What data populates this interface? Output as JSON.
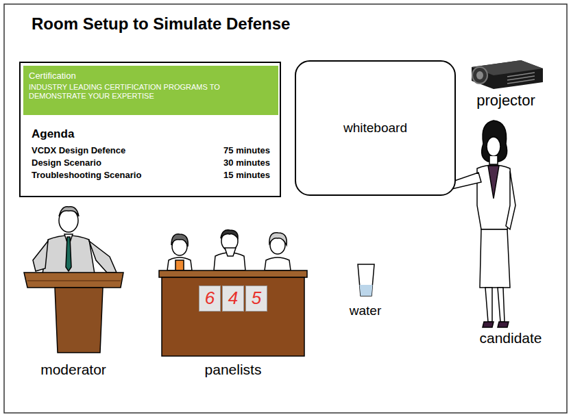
{
  "diagram": {
    "title": "Room Setup to Simulate Defense",
    "nodes": [
      {
        "text": [
          "Agenda",
          "VCDX Design Defence",
          "75 minutes",
          "Design Scenario",
          "30 minutes",
          "Troubleshooting Scenario",
          "15 minutes"
        ]
      },
      {
        "text": [
          "Certification",
          "INDUSTRY LEADING CERTIFICATION PROGRAMS TO DEMONSTRATE YOUR EXPERTISE"
        ],
        "in": 0
      },
      {
        "text": [
          "whiteboard"
        ]
      },
      {
        "text": [
          "6"
        ]
      },
      {
        "text": [
          "4"
        ]
      },
      {
        "text": [
          "5"
        ]
      }
    ],
    "labels": [
      "projector",
      "candidate",
      "moderator",
      "panelists",
      "water"
    ]
  }
}
